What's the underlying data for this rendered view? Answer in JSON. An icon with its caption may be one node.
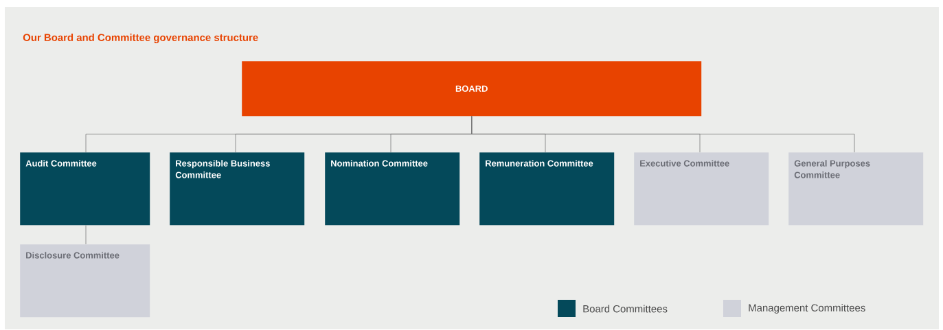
{
  "diagram": {
    "title": "Our Board and Committee governance structure",
    "nodes": [
      {
        "text": [
          "BOARD"
        ]
      },
      {
        "text": [
          "Audit Committee"
        ]
      },
      {
        "text": [
          "Responsible Business Committee"
        ]
      },
      {
        "text": [
          "Nomination Committee"
        ]
      },
      {
        "text": [
          "Remuneration Committee"
        ]
      },
      {
        "text": [
          "Executive Committee"
        ]
      },
      {
        "text": [
          "General Purposes Committee"
        ]
      },
      {
        "text": [
          "Disclosure Committee"
        ]
      }
    ],
    "edges": [
      {
        "from": 0,
        "to": 1,
        "arrow": "none"
      },
      {
        "from": 0,
        "to": 2,
        "arrow": "none"
      },
      {
        "from": 0,
        "to": 3,
        "arrow": "none"
      },
      {
        "from": 0,
        "to": 4,
        "arrow": "none"
      },
      {
        "from": 0,
        "to": 5,
        "arrow": "none"
      },
      {
        "from": 0,
        "to": 6,
        "arrow": "none"
      },
      {
        "from": 1,
        "to": 7,
        "arrow": "none"
      }
    ],
    "legend": [
      {
        "text": "Board Committees",
        "color": "#04495a"
      },
      {
        "text": "Management Committees",
        "color": "#d0d2da"
      }
    ]
  }
}
